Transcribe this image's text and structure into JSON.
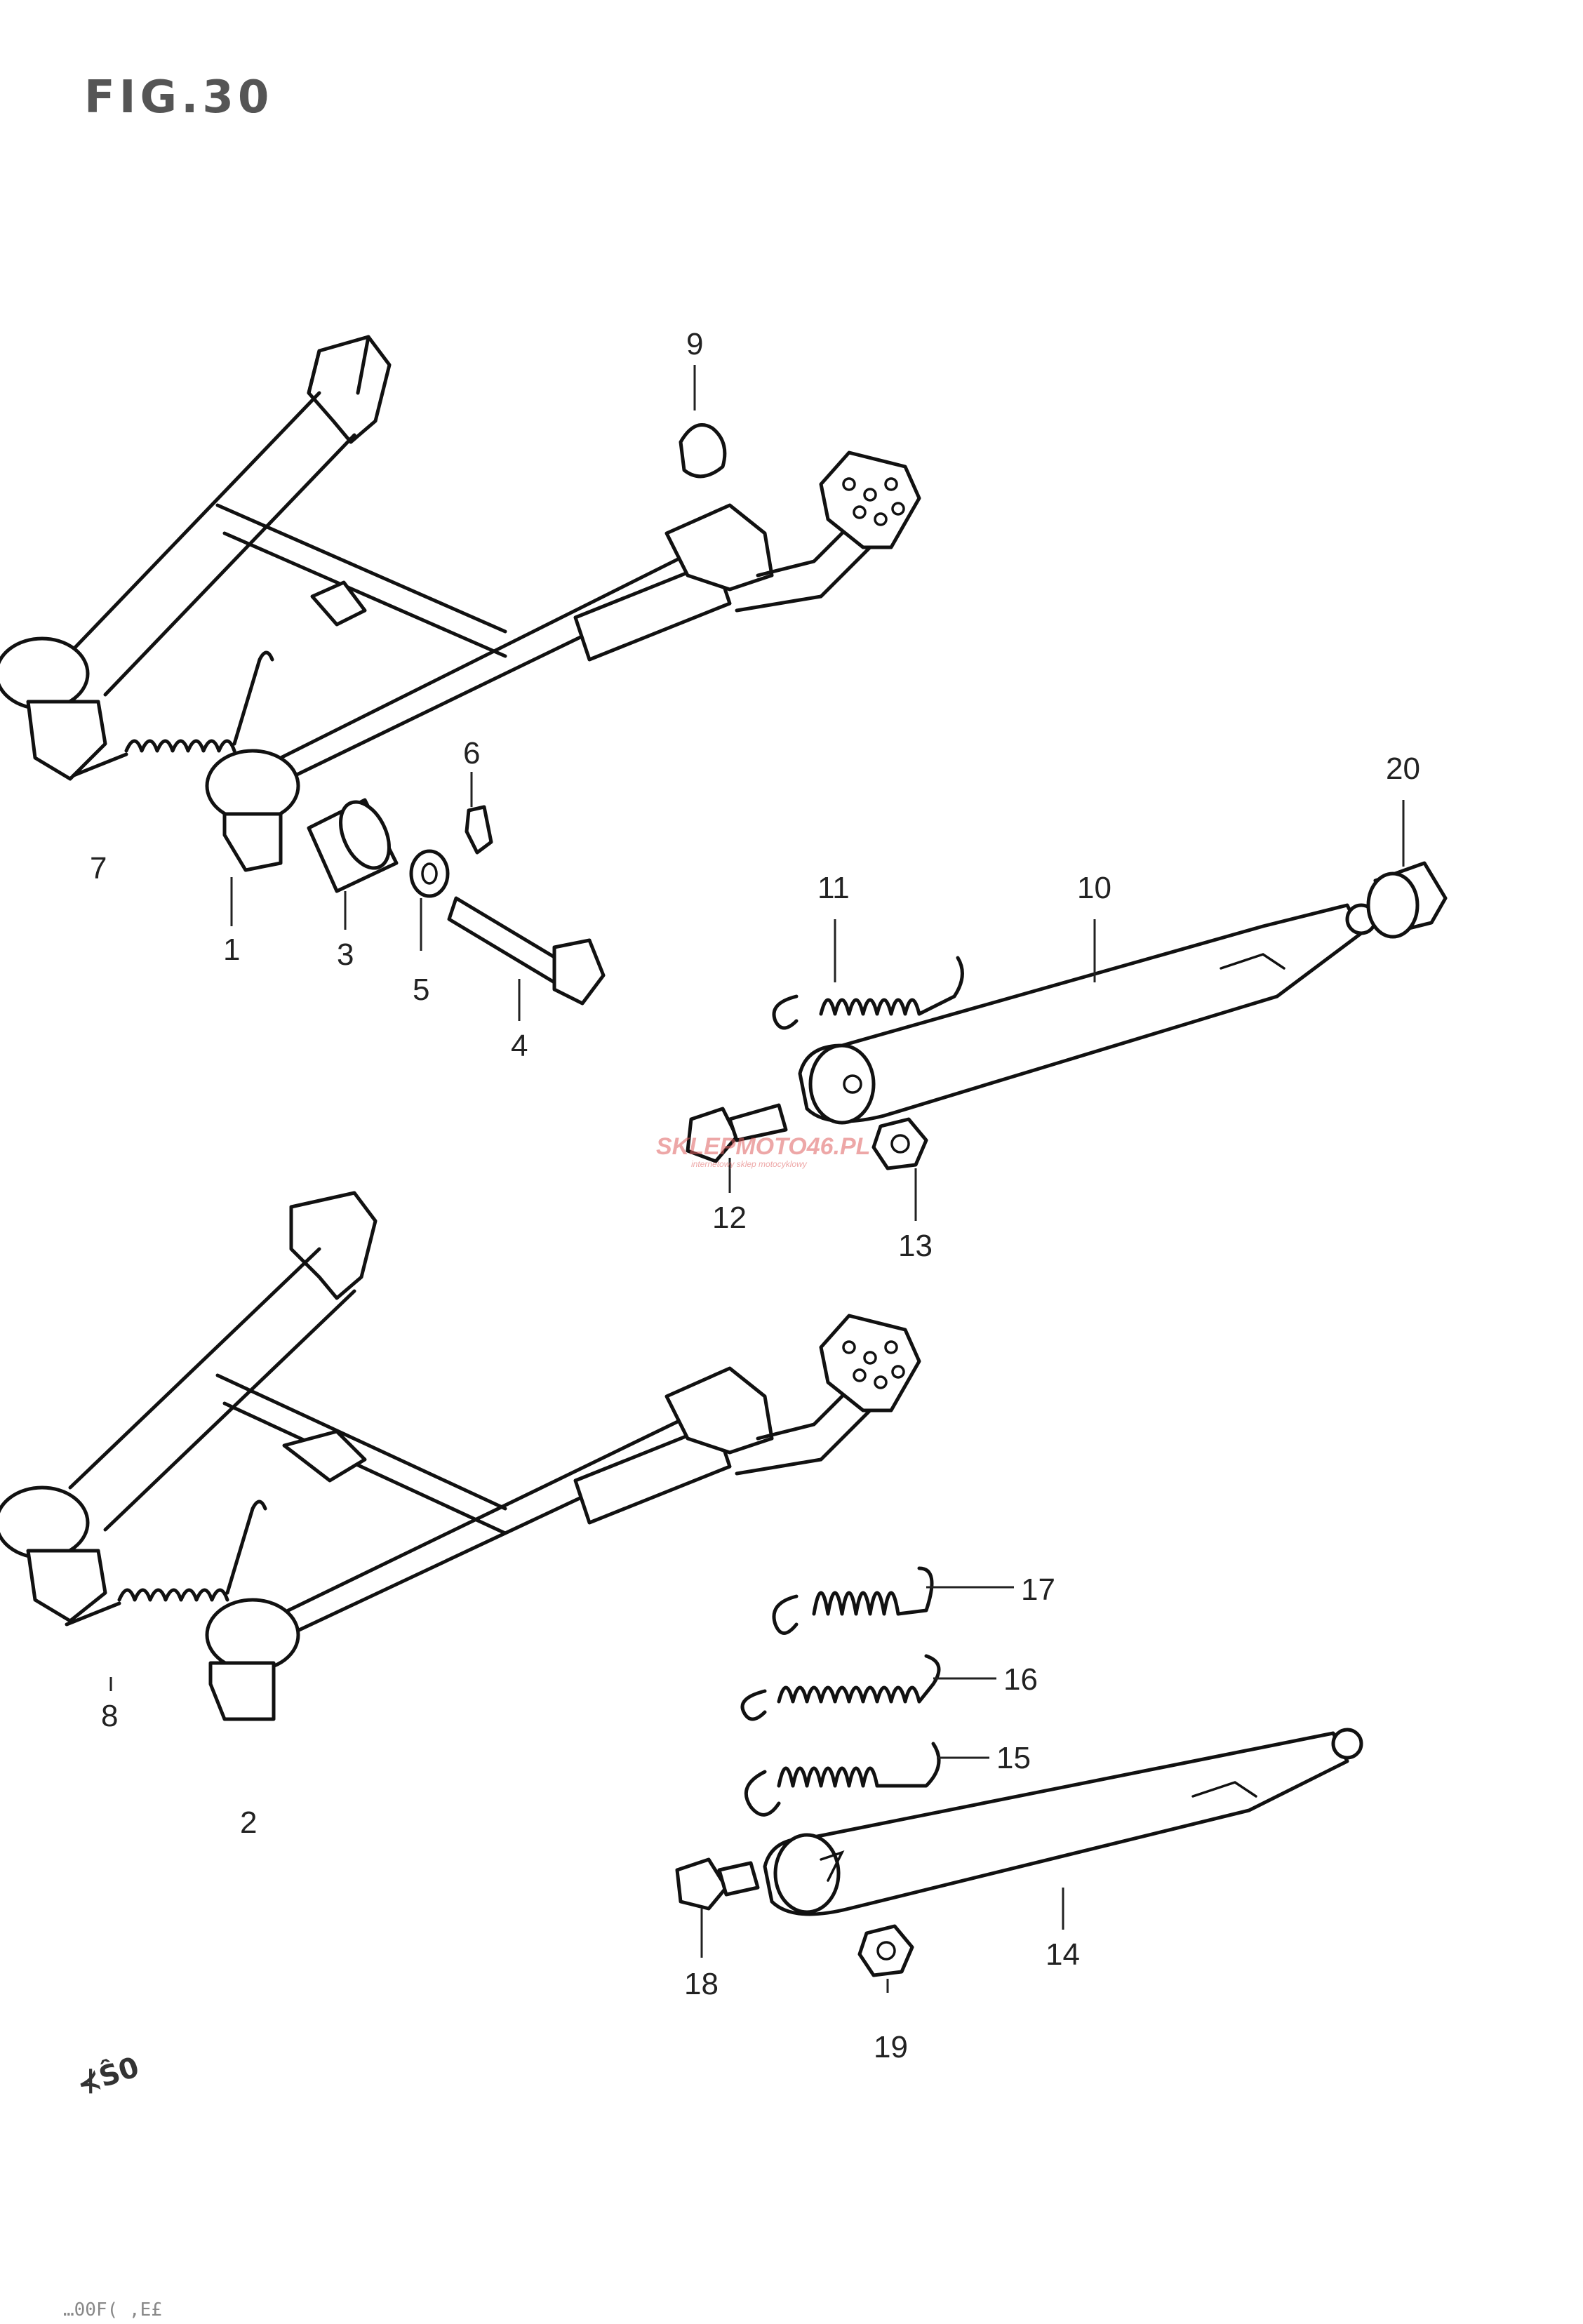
{
  "figure": {
    "title": "FIG.30",
    "footer_code": "…00F( ,E£",
    "corner_mark": "⊀Ŝ0",
    "watermark": {
      "brand": "SKLEPMOTO46.PL",
      "tagline": "internetowy sklep motocyklowy"
    }
  },
  "callouts": [
    {
      "id": "c1",
      "label": "1"
    },
    {
      "id": "c2",
      "label": "2"
    },
    {
      "id": "c3",
      "label": "3"
    },
    {
      "id": "c4",
      "label": "4"
    },
    {
      "id": "c5",
      "label": "5"
    },
    {
      "id": "c6",
      "label": "6"
    },
    {
      "id": "c7",
      "label": "7"
    },
    {
      "id": "c8",
      "label": "8"
    },
    {
      "id": "c9",
      "label": "9"
    },
    {
      "id": "c10",
      "label": "10"
    },
    {
      "id": "c11",
      "label": "11"
    },
    {
      "id": "c12",
      "label": "12"
    },
    {
      "id": "c13",
      "label": "13"
    },
    {
      "id": "c14",
      "label": "14"
    },
    {
      "id": "c15",
      "label": "15"
    },
    {
      "id": "c16",
      "label": "16"
    },
    {
      "id": "c17",
      "label": "17"
    },
    {
      "id": "c18",
      "label": "18"
    },
    {
      "id": "c19",
      "label": "19"
    },
    {
      "id": "c20",
      "label": "20"
    }
  ]
}
